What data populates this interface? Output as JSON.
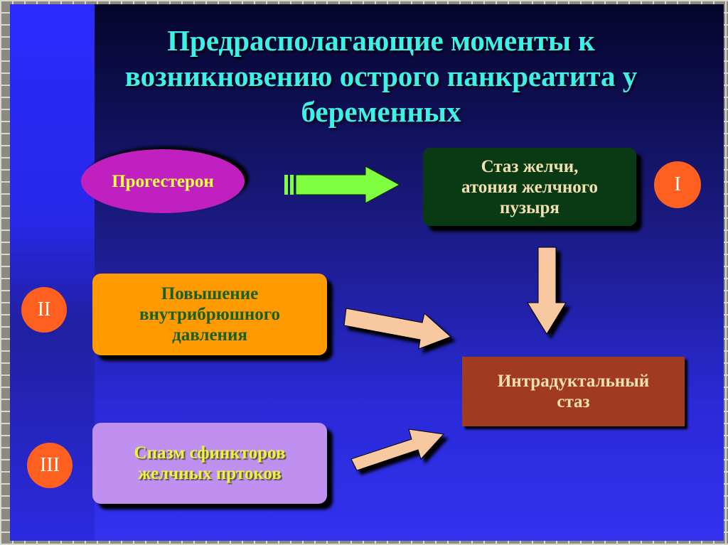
{
  "title": {
    "line1": "Предрасполагающие моменты к",
    "line2": "возникновению острого панкреатита у",
    "line3": "беременных"
  },
  "nodes": {
    "progesterone": "Прогестерон",
    "bile_stasis": [
      "Стаз желчи,",
      "атония желчного",
      "пузыря"
    ],
    "pressure": [
      "Повышение",
      "внутрибрюшного",
      "давления"
    ],
    "spasm": [
      "Спазм сфинкторов",
      "желчных пртоков"
    ],
    "intraductal": [
      "Интрадуктальный",
      "стаз"
    ]
  },
  "markers": {
    "one": "I",
    "two": "II",
    "three": "III"
  },
  "colors": {
    "title": "#3ff0e8",
    "progesterone": "#c020c0",
    "bile_stasis": "#0a3a14",
    "pressure": "#ff9a00",
    "spasm": "#c090f0",
    "intraductal": "#a03a20",
    "marker": "#ff6020"
  }
}
